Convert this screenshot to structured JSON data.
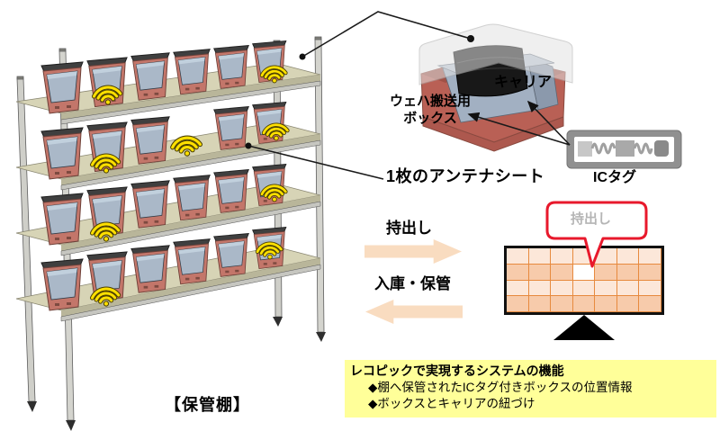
{
  "shelf": {
    "caption": "【保管棚】",
    "levels": 4,
    "description": "wafer transport boxes with IC tags stored on antenna-sheet shelves"
  },
  "detail": {
    "carrier_label": "キャリア",
    "wafer_box_label_line1": "ウェハ搬送用",
    "wafer_box_label_line2": "ボックス",
    "ic_tag_label": "ICタグ"
  },
  "antenna_sheet_label": "1枚のアンテナシート",
  "flow": {
    "checkout_label": "持出し",
    "checkin_label": "入庫・保管"
  },
  "monitor": {
    "bubble_label": "持出し",
    "grid": {
      "rows": 4,
      "cols": 7,
      "empty_row": 2,
      "empty_col": 4
    }
  },
  "features": {
    "title": "レコピックで実現するシステムの機能",
    "items": [
      "◆棚へ保管されたICタグ付きボックスの位置情報",
      "◆ボックスとキャリアの紐づけ"
    ]
  },
  "icons": {
    "wifi": "wifi-signal-icon",
    "ic_tag": "rfid-tag-icon"
  },
  "colors": {
    "highlight_yellow": "#ffff99",
    "flow_arrow_peach": "#f9dcc0",
    "grid_line_orange": "#e78a3e",
    "grid_cell_light": "#fce7d9",
    "grid_cell_dark": "#f7cbab",
    "alert_red": "#e8192c",
    "wifi_yellow": "#ffe000",
    "box_salmon": "#c3766a",
    "box_window_blue": "#aab8c8",
    "shelf_board_tan": "#d7d4b6"
  }
}
